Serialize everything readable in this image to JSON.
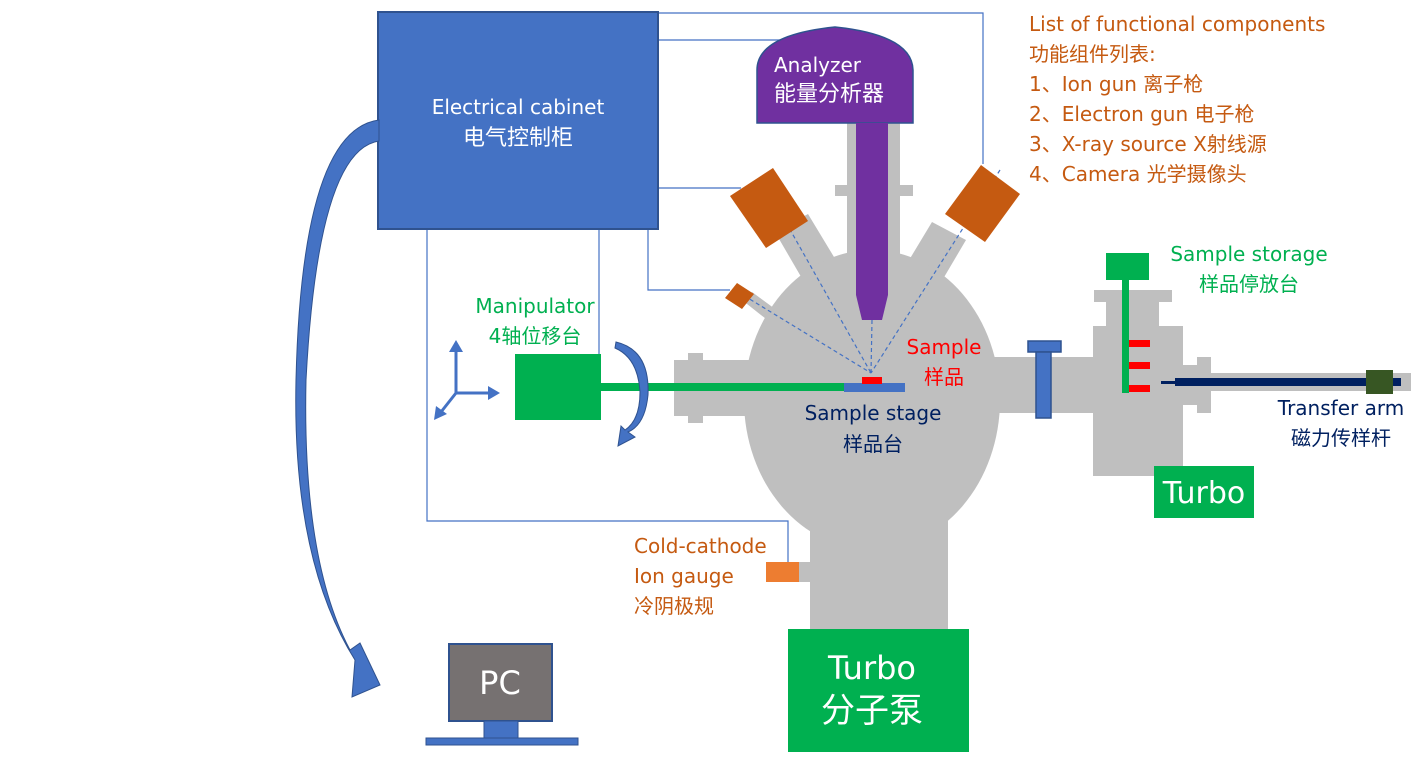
{
  "title": "UHV surface analysis system schematic",
  "colors": {
    "chamber": "#bfbfbf",
    "cabinet": "#4472c4",
    "analyzer": "#7030a0",
    "source": "#c55a11",
    "gauge": "#ed7d31",
    "green": "#00b050",
    "sample": "#ff0000",
    "navy": "#002060",
    "pc": "#767171",
    "arm_knob": "#375623",
    "orange_text": "#c55a11"
  },
  "cabinet": {
    "line1": "Electrical cabinet",
    "line2": "电气控制柜"
  },
  "analyzer": {
    "line1": "Analyzer",
    "line2": "能量分析器"
  },
  "component_list": {
    "title1": "List of functional components",
    "title2": "功能组件列表:",
    "items": [
      "1、Ion gun 离子枪",
      "2、Electron gun 电子枪",
      "3、X-ray source X射线源",
      "4、Camera 光学摄像头"
    ]
  },
  "manipulator": {
    "line1": "Manipulator",
    "line2": "4轴位移台"
  },
  "sample": {
    "line1": "Sample",
    "line2": "样品"
  },
  "sample_stage": {
    "line1": "Sample stage",
    "line2": "样品台"
  },
  "sample_storage": {
    "line1": "Sample storage",
    "line2": "样品停放台"
  },
  "transfer_arm": {
    "line1": "Transfer arm",
    "line2": "磁力传样杆"
  },
  "turbo_small": {
    "label": "Turbo"
  },
  "turbo_main": {
    "line1": "Turbo",
    "line2": "分子泵"
  },
  "ion_gauge": {
    "line1": "Cold-cathode",
    "line2": "Ion gauge",
    "line3": "冷阴极规"
  },
  "pc": {
    "label": "PC"
  }
}
